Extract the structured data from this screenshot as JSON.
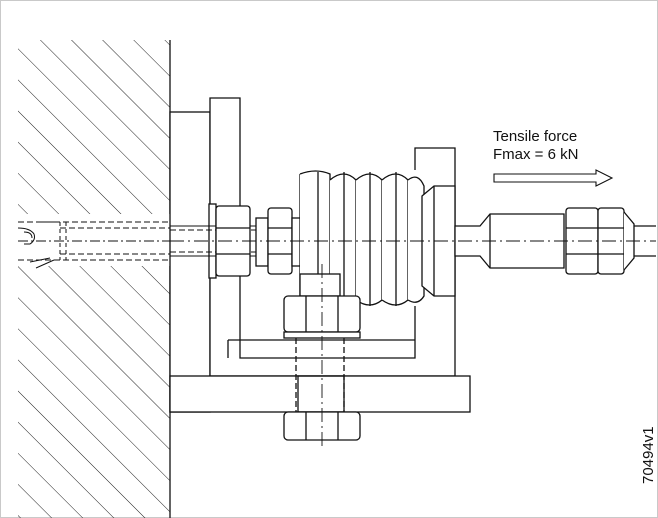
{
  "annotation": {
    "force_title": "Tensile force",
    "force_value": "Fmax = 6 kN"
  },
  "figure_id": "70494v1",
  "colors": {
    "line": "#111111",
    "hatch": "#222222",
    "border": "#c9c9c9",
    "background": "#ffffff"
  }
}
